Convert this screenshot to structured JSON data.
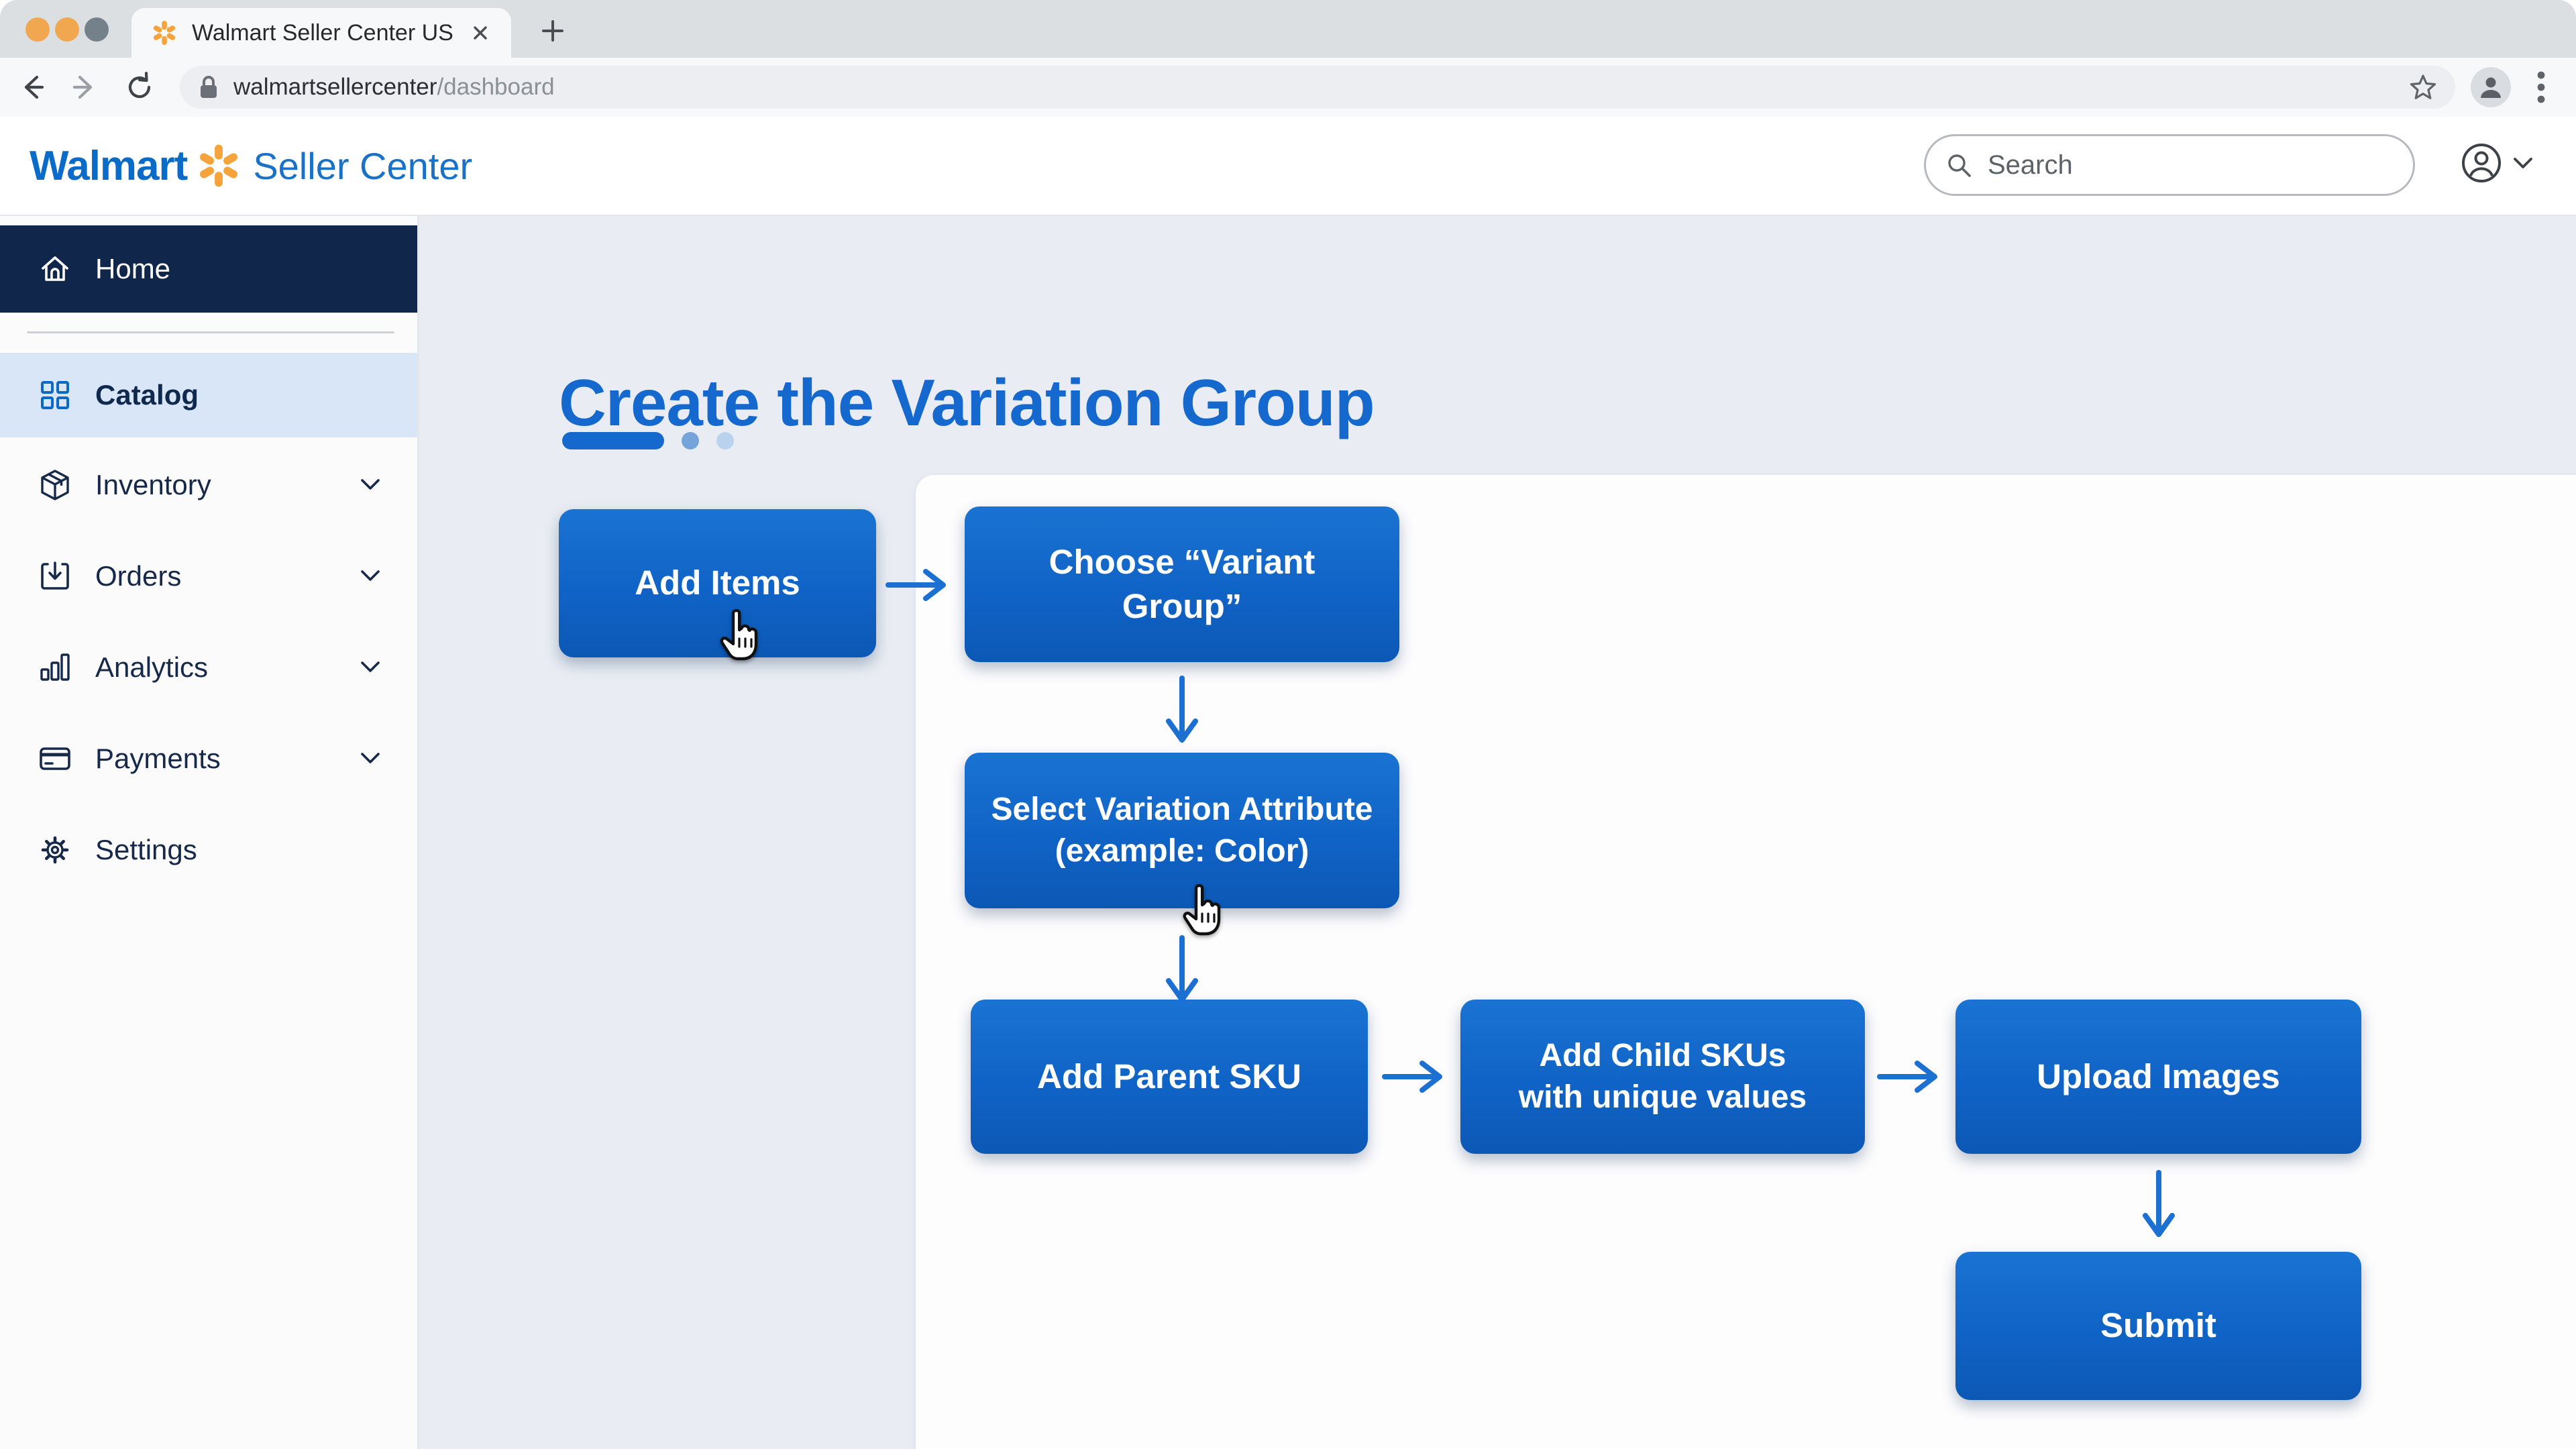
{
  "browser": {
    "tab_title": "Walmart Seller Center US",
    "url_host": "walmartsellercenter",
    "url_path": "/dashboard"
  },
  "header": {
    "brand": "Walmart",
    "product": "Seller Center",
    "search_placeholder": "Search"
  },
  "sidebar": {
    "items": [
      {
        "label": "Home",
        "icon": "house-icon",
        "active": true,
        "expandable": false
      },
      {
        "label": "Catalog",
        "icon": "grid-icon",
        "selected": true,
        "expandable": false
      },
      {
        "label": "Inventory",
        "icon": "box-icon",
        "expandable": true
      },
      {
        "label": "Orders",
        "icon": "download-icon",
        "expandable": true
      },
      {
        "label": "Analytics",
        "icon": "bar-chart-icon",
        "expandable": true
      },
      {
        "label": "Payments",
        "icon": "credit-card-icon",
        "expandable": true
      },
      {
        "label": "Settings",
        "icon": "gear-icon",
        "expandable": false
      }
    ]
  },
  "main": {
    "title": "Create the Variation Group",
    "progress": {
      "total_steps": 3,
      "current_step": 1
    },
    "flow": {
      "nodes": [
        {
          "id": "add-items",
          "lines": [
            "Add Items"
          ]
        },
        {
          "id": "choose-variant",
          "lines": [
            "Choose “Variant",
            "Group”"
          ]
        },
        {
          "id": "select-attribute",
          "lines": [
            "Select Variation Attribute",
            "(example: Color)"
          ]
        },
        {
          "id": "add-parent-sku",
          "lines": [
            "Add Parent SKU"
          ]
        },
        {
          "id": "add-child-skus",
          "lines": [
            "Add Child SKUs",
            "with unique values"
          ]
        },
        {
          "id": "upload-images",
          "lines": [
            "Upload Images"
          ]
        },
        {
          "id": "submit",
          "lines": [
            "Submit"
          ]
        }
      ]
    }
  },
  "colors": {
    "brand_blue": "#0a6cc8",
    "spark_orange": "#f5a43c",
    "node_blue": "#1063c6",
    "sidebar_active_navy": "#10274b",
    "sidebar_selected_blue": "#d8e6f7",
    "page_background": "#e9edf3",
    "title_blue": "#1568cd"
  }
}
